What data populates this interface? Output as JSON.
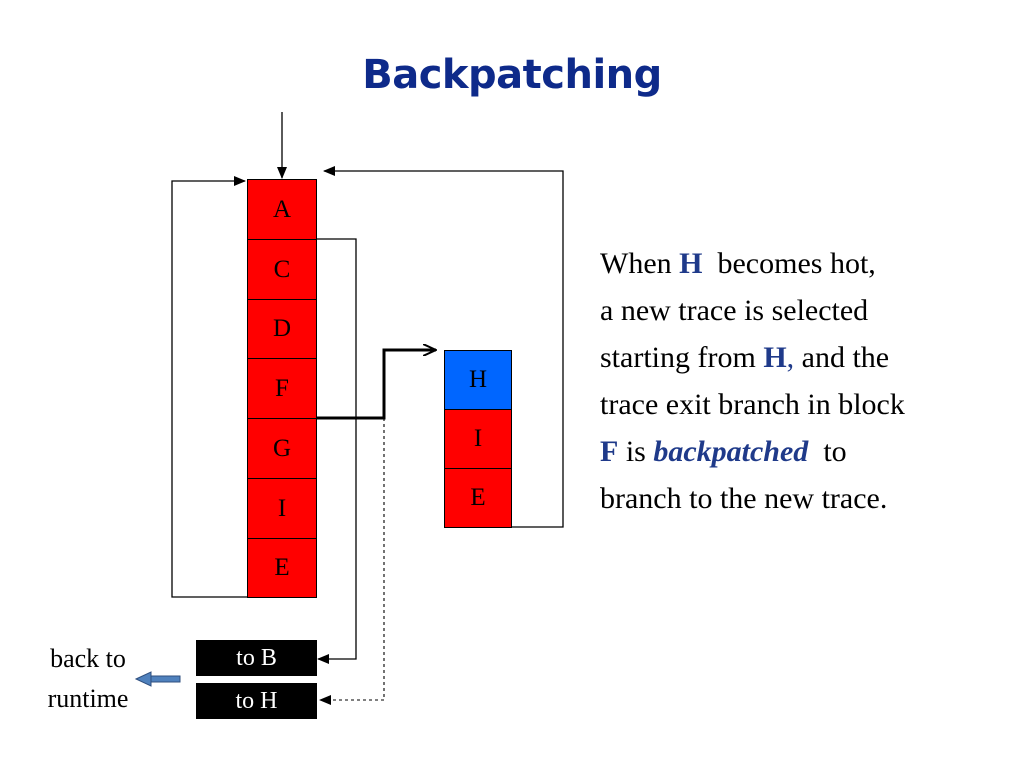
{
  "title": "Backpatching",
  "main_trace": [
    "A",
    "C",
    "D",
    "F",
    "G",
    "I",
    "E"
  ],
  "new_trace": [
    "H",
    "I",
    "E"
  ],
  "stubs": [
    "to B",
    "to H"
  ],
  "runtime_label": [
    "back to",
    "runtime"
  ],
  "description": {
    "line1_pre": "When ",
    "line1_hot": "H",
    "line1_post": "  becomes hot,",
    "line2": "a new trace is selected",
    "line3_pre": "starting from ",
    "line3_hot": "H",
    "line3_comma": ",",
    "line3_post": " and the",
    "line4": "trace exit branch in block",
    "line5_f": "F",
    "line5_is": " is ",
    "line5_bp": "backpatched",
    "line5_to": "  to",
    "line6": "branch to the new trace."
  },
  "colors": {
    "title": "#0e2a8a",
    "block_red": "#ff0000",
    "block_blue": "#0066ff",
    "highlight": "#1f3a8a",
    "stub_bg": "#000000",
    "runtime_arrow": "#4f81bd"
  }
}
